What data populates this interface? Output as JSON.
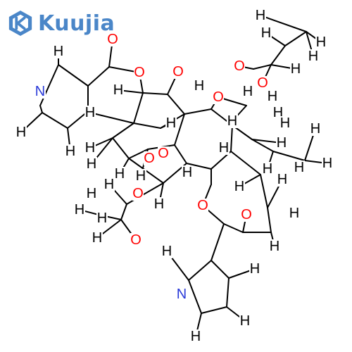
{
  "logo": {
    "text": "Kuujia",
    "color": "#4a86c8"
  },
  "colors": {
    "bond": "#000000",
    "C": "#000000",
    "H": "#000000",
    "O": "#ff0000",
    "N": "#2a3ad8"
  },
  "atoms": [
    {
      "id": "H1",
      "el": "H"
    },
    {
      "id": "N1",
      "el": "N"
    },
    {
      "id": "H2",
      "el": "H"
    },
    {
      "id": "H3",
      "el": "H"
    },
    {
      "id": "O1",
      "el": "O"
    },
    {
      "id": "O2",
      "el": "O"
    },
    {
      "id": "H4",
      "el": "H"
    },
    {
      "id": "O3",
      "el": "O"
    },
    {
      "id": "H5",
      "el": "H"
    },
    {
      "id": "O4",
      "el": "O"
    },
    {
      "id": "H6",
      "el": "H"
    },
    {
      "id": "H7",
      "el": "H"
    },
    {
      "id": "H8",
      "el": "H"
    },
    {
      "id": "H9",
      "el": "H"
    },
    {
      "id": "O5",
      "el": "O"
    },
    {
      "id": "O6",
      "el": "O"
    },
    {
      "id": "H10",
      "el": "H"
    },
    {
      "id": "H11",
      "el": "H"
    },
    {
      "id": "H12",
      "el": "H"
    },
    {
      "id": "H13",
      "el": "H"
    },
    {
      "id": "H14",
      "el": "H"
    },
    {
      "id": "O7",
      "el": "O"
    },
    {
      "id": "H15",
      "el": "H"
    },
    {
      "id": "H16",
      "el": "H"
    },
    {
      "id": "H17",
      "el": "H"
    },
    {
      "id": "O8",
      "el": "O"
    },
    {
      "id": "H18",
      "el": "H"
    },
    {
      "id": "O9",
      "el": "O"
    },
    {
      "id": "O10",
      "el": "O"
    },
    {
      "id": "H19",
      "el": "H"
    },
    {
      "id": "H20",
      "el": "H"
    },
    {
      "id": "H21",
      "el": "H"
    },
    {
      "id": "H22",
      "el": "H"
    },
    {
      "id": "O11",
      "el": "O"
    },
    {
      "id": "O12",
      "el": "O"
    },
    {
      "id": "H23",
      "el": "H"
    },
    {
      "id": "H24",
      "el": "H"
    },
    {
      "id": "N2",
      "el": "N"
    },
    {
      "id": "H25",
      "el": "H"
    },
    {
      "id": "H26",
      "el": "H"
    },
    {
      "id": "H27",
      "el": "H"
    },
    {
      "id": "H28",
      "el": "H"
    },
    {
      "id": "H29",
      "el": "H"
    },
    {
      "id": "H30",
      "el": "H"
    },
    {
      "id": "H31",
      "el": "H"
    },
    {
      "id": "H32",
      "el": "H"
    },
    {
      "id": "H33",
      "el": "H"
    },
    {
      "id": "H34",
      "el": "H"
    },
    {
      "id": "H35",
      "el": "H"
    },
    {
      "id": "H36",
      "el": "H"
    },
    {
      "id": "H37",
      "el": "H"
    },
    {
      "id": "H38",
      "el": "H"
    },
    {
      "id": "H39",
      "el": "H"
    },
    {
      "id": "H40",
      "el": "H"
    },
    {
      "id": "H41",
      "el": "H"
    },
    {
      "id": "H42",
      "el": "H"
    }
  ]
}
